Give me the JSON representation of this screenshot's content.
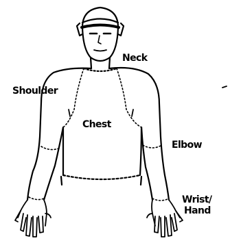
{
  "labels": {
    "neck": "Neck",
    "shoulder": "Shoulder",
    "chest": "Chest",
    "elbow": "Elbow",
    "wrist": "Wrist/",
    "hand": "Hand"
  },
  "colors": {
    "ink": "#000000",
    "background": "#ffffff"
  }
}
